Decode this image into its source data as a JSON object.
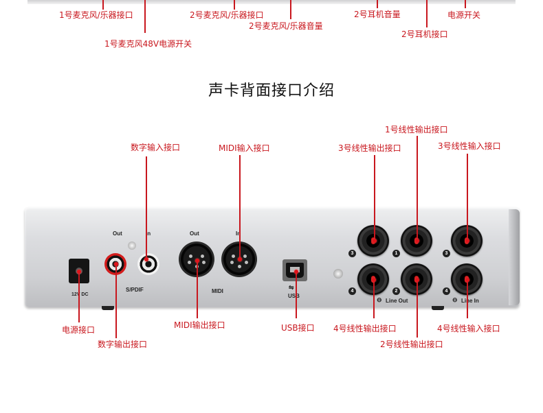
{
  "top_labels": {
    "mic1_jack": "1号麦克风/乐器接口",
    "mic2_jack": "2号麦克风/乐器接口",
    "headphone2_volume": "2号耳机音量",
    "power_switch": "电源开关",
    "mic2_volume": "2号麦克风/乐器音量",
    "headphone2_jack": "2号耳机接口",
    "mic1_48v": "1号麦克风48V电源开关"
  },
  "section_title": "声卡背面接口介绍",
  "labels": {
    "digital_in": "数字输入接口",
    "midi_in": "MIDI输入接口",
    "line_out_1": "1号线性输出接口",
    "line_out_3": "3号线性输出接口",
    "line_in_3": "3号线性输入接口",
    "power_jack": "电源接口",
    "digital_out": "数字输出接口",
    "midi_out": "MIDI输出接口",
    "usb_port": "USB接口",
    "line_out_4": "4号线性输出接口",
    "line_out_2": "2号线性输出接口",
    "line_in_4": "4号线性输入接口"
  },
  "panel_text": {
    "spdif_out": "Out",
    "spdif_in": "In",
    "spdif": "S/PDIF",
    "midi_out": "Out",
    "midi_in": "In",
    "midi": "MIDI",
    "usb": "USB",
    "dc": "12V DC",
    "line_out": "Line Out",
    "line_in": "Line In",
    "n1": "1",
    "n2": "2",
    "n3a": "3",
    "n4a": "4",
    "n3b": "3",
    "n4b": "4"
  },
  "colors": {
    "label_red": "#c8161d",
    "panel_silver": "#d9dadc"
  }
}
